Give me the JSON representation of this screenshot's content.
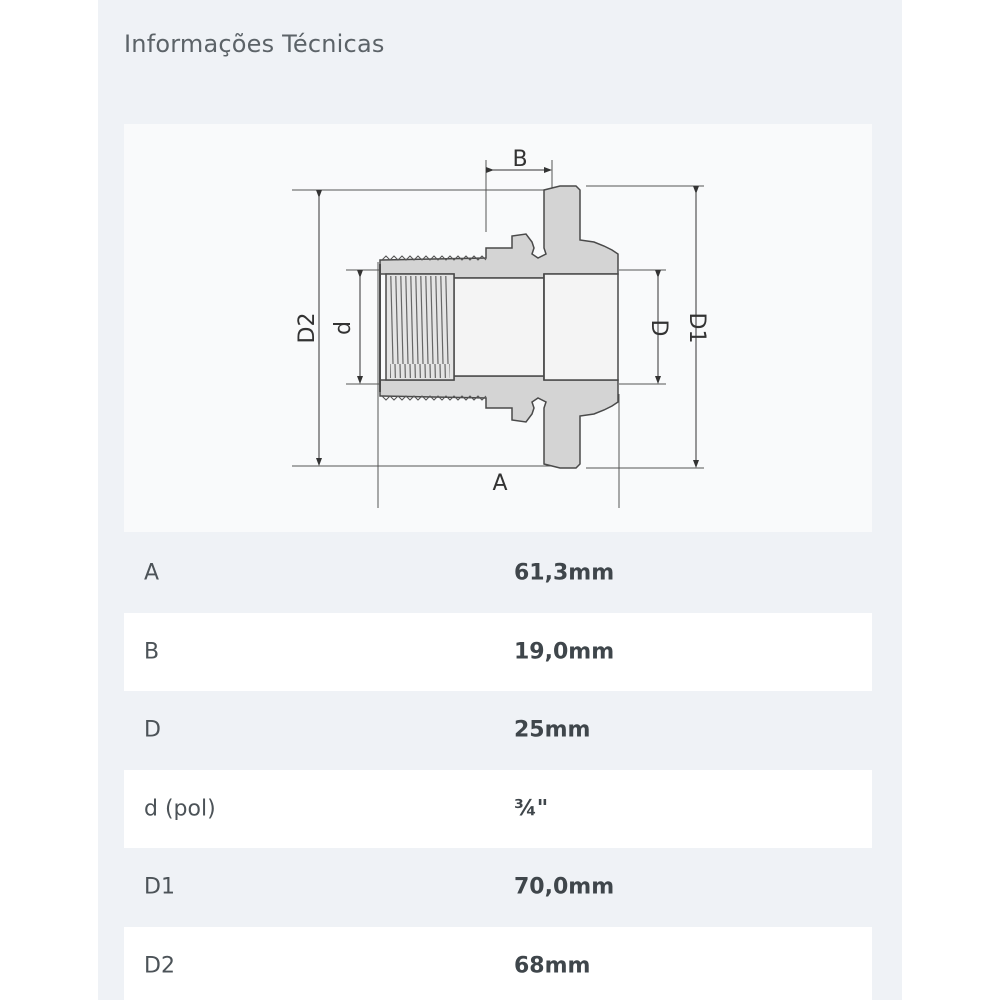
{
  "section": {
    "title": "Informações Técnicas"
  },
  "drawing": {
    "labels": {
      "a": "A",
      "b": "B",
      "d_upper": "D",
      "d_lower": "d",
      "d1": "D1",
      "d2": "D2"
    }
  },
  "specs": [
    {
      "label": "A",
      "value": "61,3mm"
    },
    {
      "label": "B",
      "value": "19,0mm"
    },
    {
      "label": "D",
      "value": "25mm"
    },
    {
      "label": "d (pol)",
      "value": "¾\""
    },
    {
      "label": "D1",
      "value": "70,0mm"
    },
    {
      "label": "D2",
      "value": "68mm"
    }
  ]
}
